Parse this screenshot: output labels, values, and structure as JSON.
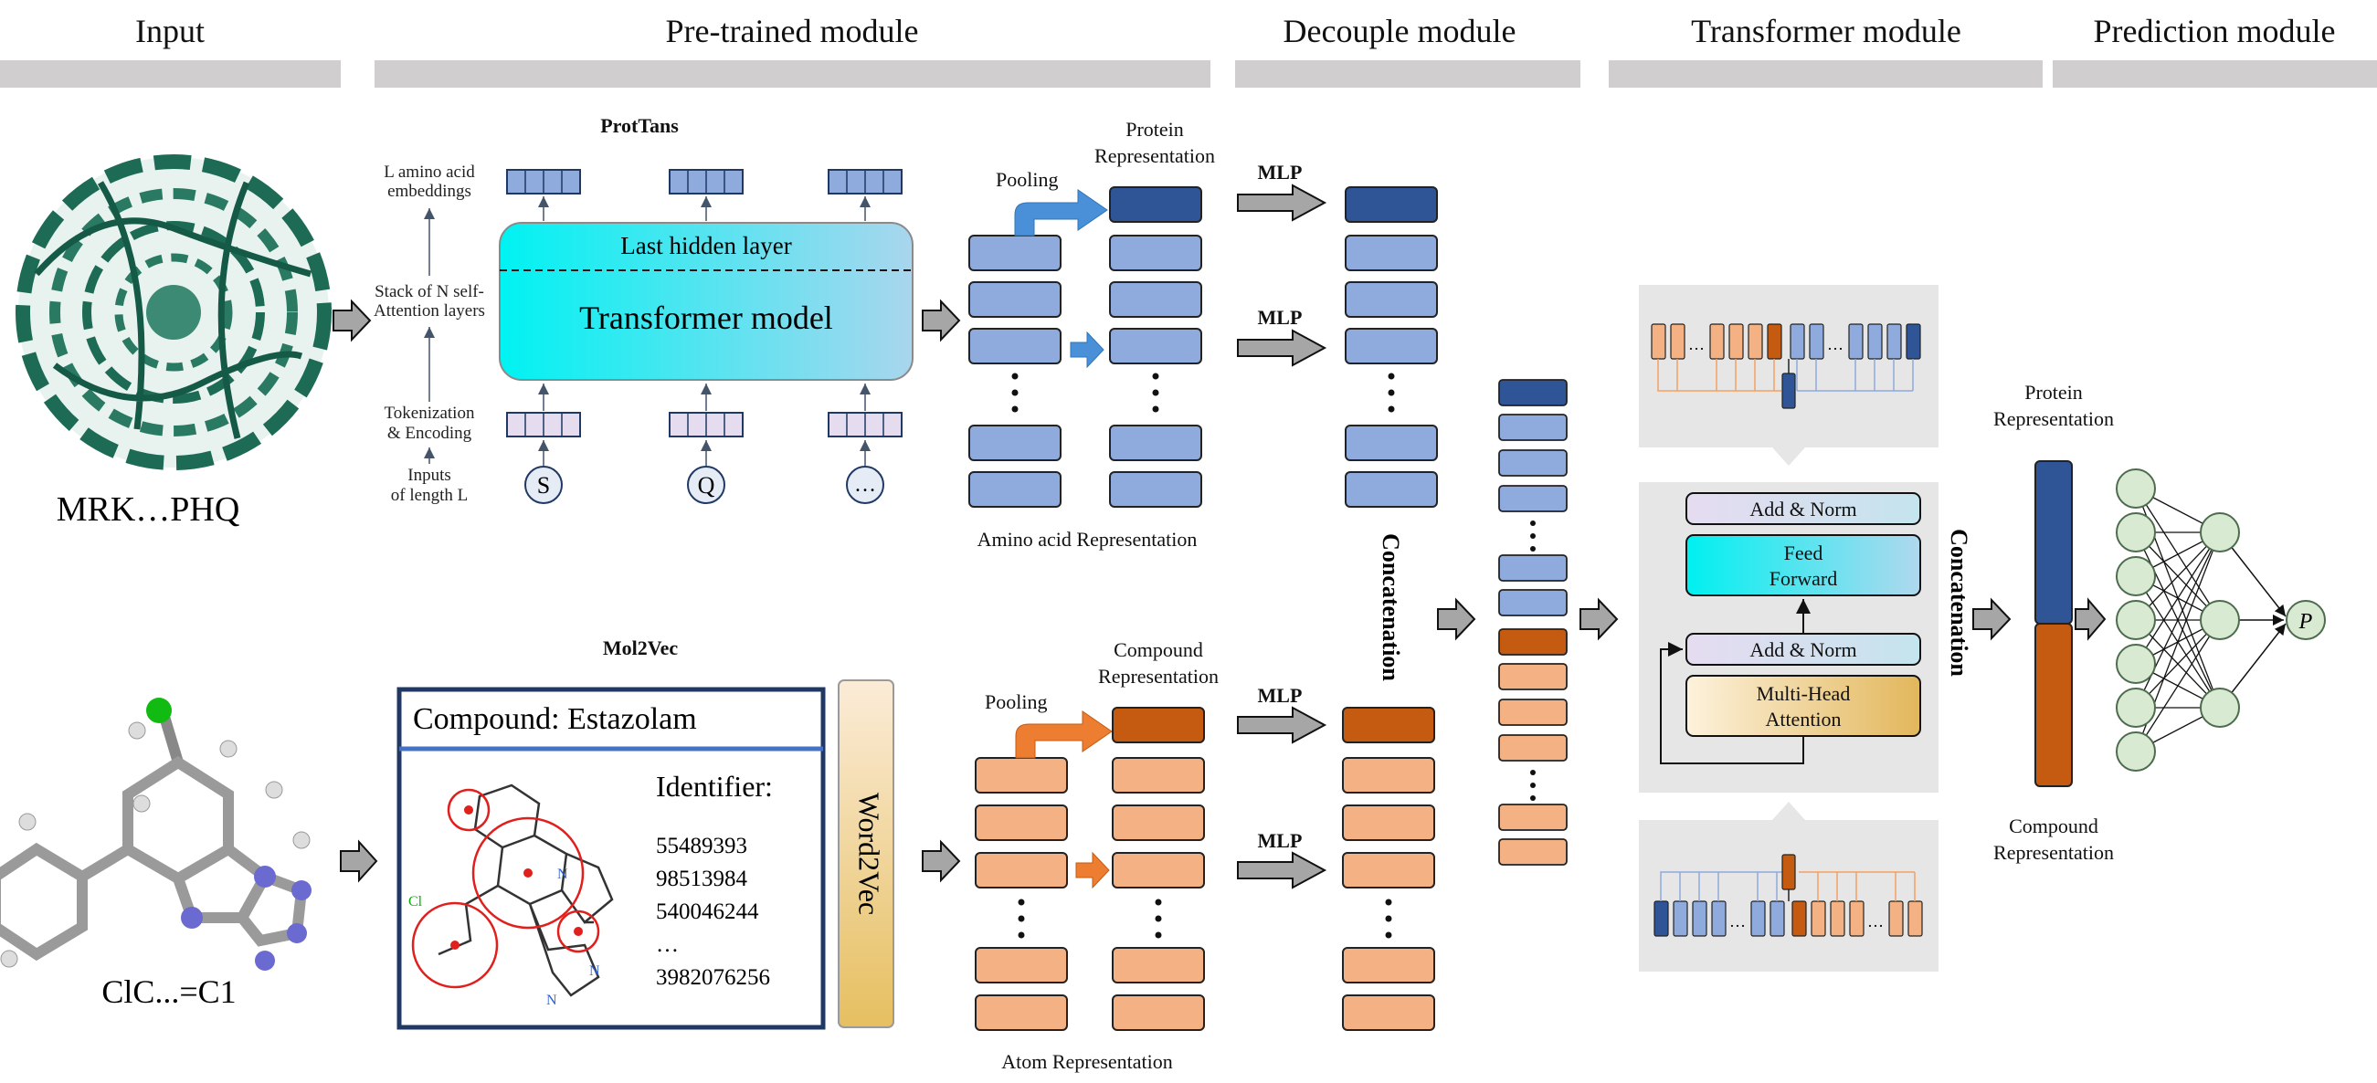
{
  "headers": {
    "input": "Input",
    "pretrained": "Pre-trained module",
    "decouple": "Decouple module",
    "transformer": "Transformer module",
    "prediction": "Prediction module"
  },
  "input": {
    "protein_seq": "MRK…PHQ",
    "compound_smiles": "ClC...=C1"
  },
  "prottrans": {
    "title": "ProtTans",
    "emb_label_1": "L amino acid",
    "emb_label_2": "embeddings",
    "stack_label_1": "Stack of N self-",
    "stack_label_2": "Attention layers",
    "tok_label_1": "Tokenization",
    "tok_label_2": "& Encoding",
    "inp_label_1": "Inputs",
    "inp_label_2": "of length L",
    "last_hidden": "Last hidden layer",
    "transformer_model": "Transformer model",
    "tokens": [
      "S",
      "Q",
      "…"
    ]
  },
  "protein_branch": {
    "pooling": "Pooling",
    "protein_rep_1": "Protein",
    "protein_rep_2": "Representation",
    "amino_rep": "Amino acid Representation",
    "mlp": "MLP"
  },
  "mol2vec": {
    "title": "Mol2Vec",
    "compound_title": "Compound: Estazolam",
    "identifier": "Identifier:",
    "ids": [
      "55489393",
      "98513984",
      "540046244",
      "…",
      "3982076256"
    ],
    "word2vec": "Word2Vec",
    "cl": "Cl",
    "n": "N"
  },
  "compound_branch": {
    "pooling": "Pooling",
    "compound_rep_1": "Compound",
    "compound_rep_2": "Representation",
    "atom_rep": "Atom Representation",
    "mlp": "MLP"
  },
  "decouple": {
    "concat": "Concatenation"
  },
  "transformer_block": {
    "add_norm": "Add & Norm",
    "ff_1": "Feed",
    "ff_2": "Forward",
    "mha_1": "Multi-Head",
    "mha_2": "Attention",
    "concat": "Concatenation"
  },
  "prediction": {
    "protein_rep_1": "Protein",
    "protein_rep_2": "Representation",
    "compound_rep_1": "Compound",
    "compound_rep_2": "Representation",
    "output": "P"
  },
  "colors": {
    "protein_light": "#8faadc",
    "protein_dark": "#2f5597",
    "compound_light": "#f4b183",
    "compound_dark": "#c55a11",
    "header_bar": "#d0cece",
    "cyan": "#00f0f0",
    "node": "#d9ead3"
  }
}
